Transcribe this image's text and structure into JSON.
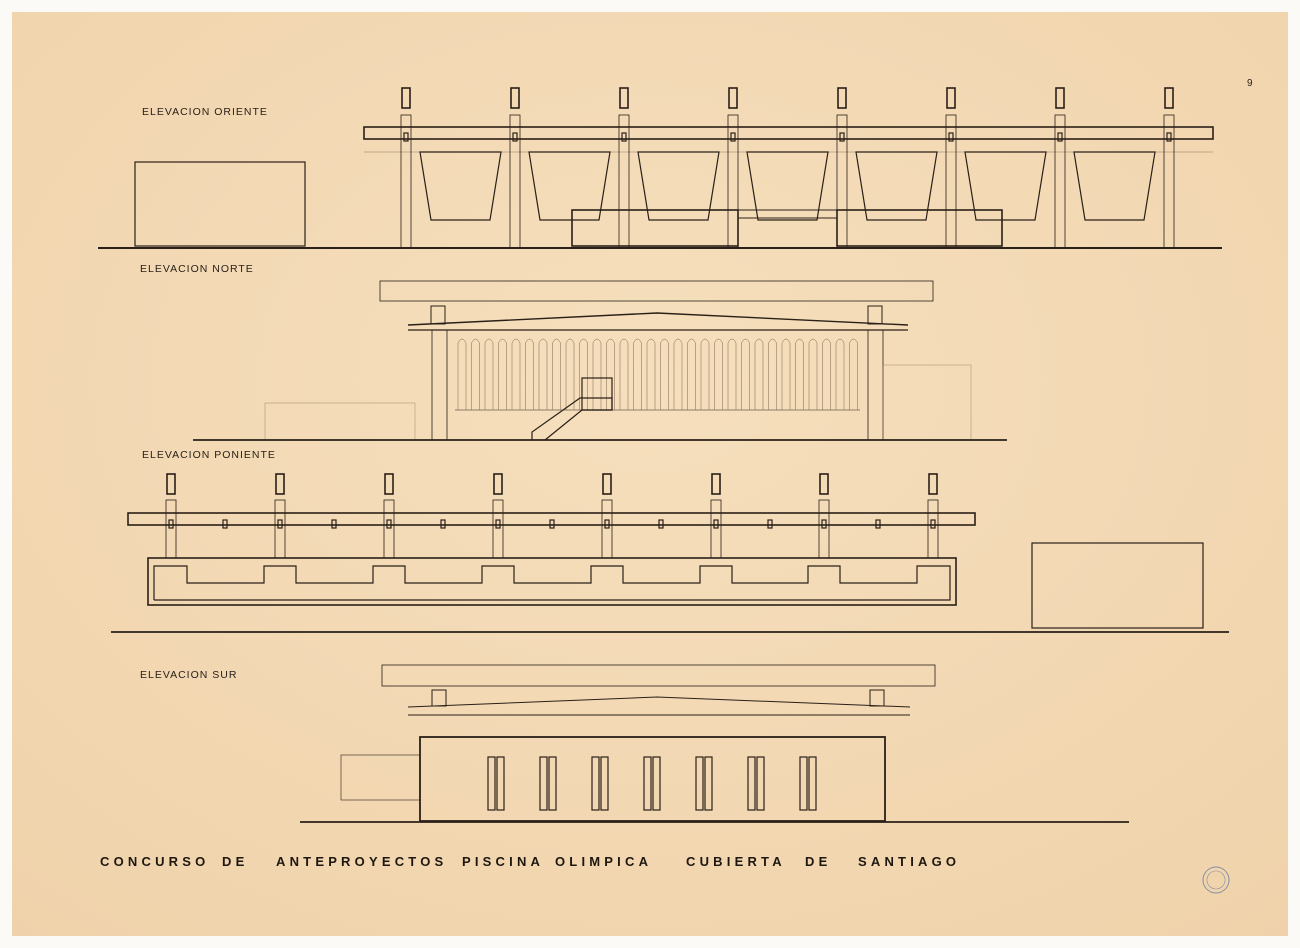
{
  "sheet": {
    "page_number": "9",
    "title_words": [
      "CONCURSO",
      "DE",
      "ANTEPROYECTOS",
      "PISCINA",
      "OLIMPICA",
      "CUBIERTA",
      "DE",
      "SANTIAGO"
    ],
    "colors": {
      "paper": "#f2d8b3",
      "ink": "#2a2018",
      "border": "#fbfaf6"
    }
  },
  "elevations": {
    "oriente": {
      "label": "ELEVACION ORIENTE"
    },
    "norte": {
      "label": "ELEVACION NORTE"
    },
    "poniente": {
      "label": "ELEVACION PONIENTE"
    },
    "sur": {
      "label": "ELEVACION SUR"
    }
  }
}
